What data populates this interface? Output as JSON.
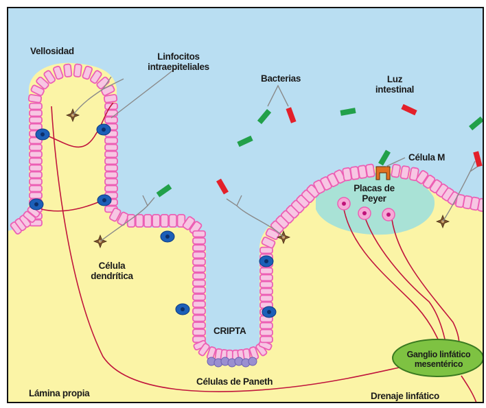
{
  "labels": {
    "vellosidad": "Vellosidad",
    "linfocitos": "Linfocitos\nintraepiteliales",
    "bacterias": "Bacterias",
    "luz": "Luz\nintestinal",
    "celula_m": "Célula M",
    "placas": "Placas de\nPeyer",
    "celula_dendritica": "Célula\ndendrítica",
    "cripta": "CRIPTA",
    "paneth": "Células de Paneth",
    "ganglio": "Ganglio linfático\nmesentérico",
    "lamina": "Lámina propia",
    "drenaje": "Drenaje linfático"
  },
  "colors": {
    "lumen": "#b9def2",
    "lamina_propia": "#fbf4a6",
    "epithelium": "#ec5fb4",
    "epithelium_fill": "#f7c6e3",
    "lymphocyte": "#1c5fb8",
    "dendritic": "#7a5230",
    "bacteria_green": "#22a04a",
    "bacteria_red": "#e3202a",
    "lymph_vessel": "#c0143c",
    "peyer": "#a9e2d6",
    "paneth": "#9a8fd0",
    "ganglio": "#7ec242"
  }
}
